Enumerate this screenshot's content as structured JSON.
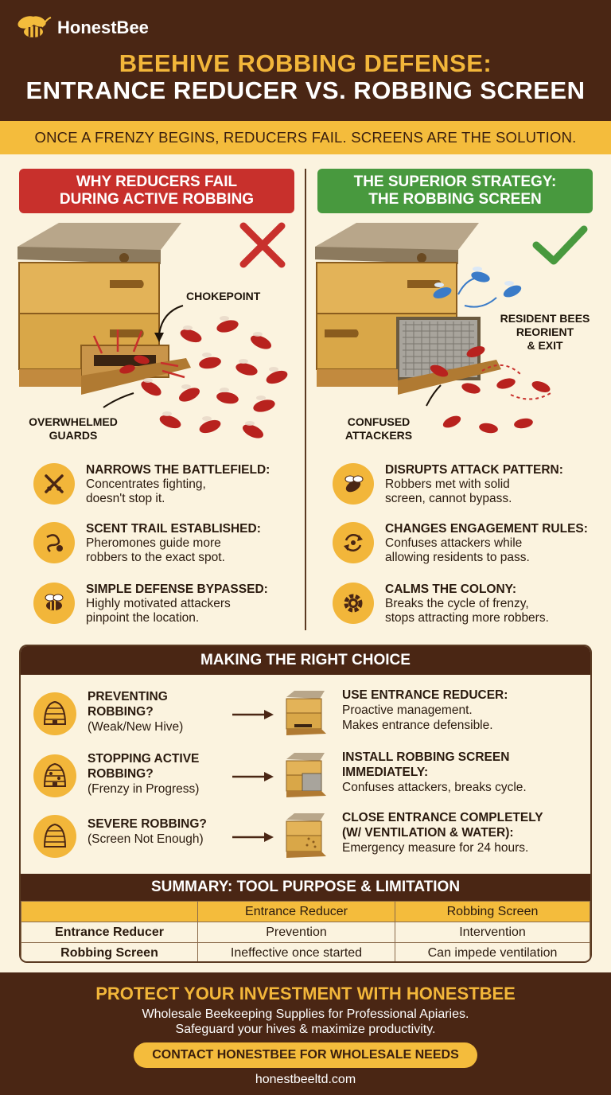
{
  "brand": {
    "name": "HonestBee"
  },
  "title": {
    "line1": "BEEHIVE ROBBING DEFENSE:",
    "line2": "ENTRANCE REDUCER VS. ROBBING SCREEN"
  },
  "banner": "ONCE A FRENZY BEGINS, REDUCERS FAIL. SCREENS ARE THE SOLUTION.",
  "left": {
    "title1": "WHY REDUCERS FAIL",
    "title2": "DURING ACTIVE ROBBING",
    "label_chokepoint": "CHOKEPOINT",
    "label_guards1": "OVERWHELMED",
    "label_guards2": "GUARDS",
    "points": [
      {
        "icon": "crossed-swords-icon",
        "head": "NARROWS THE BATTLEFIELD:",
        "l1": "Concentrates fighting,",
        "l2": "doesn't stop it."
      },
      {
        "icon": "scent-trail-icon",
        "head": "SCENT TRAIL ESTABLISHED:",
        "l1": "Pheromones guide more",
        "l2": "robbers to the exact spot."
      },
      {
        "icon": "bee-icon",
        "head": "SIMPLE DEFENSE BYPASSED:",
        "l1": "Highly motivated attackers",
        "l2": "pinpoint the location."
      }
    ]
  },
  "right": {
    "title1": "THE SUPERIOR STRATEGY:",
    "title2": "THE ROBBING SCREEN",
    "label_resident1": "RESIDENT BEES",
    "label_resident2": "REORIENT",
    "label_resident3": "& EXIT",
    "label_confused1": "CONFUSED",
    "label_confused2": "ATTACKERS",
    "points": [
      {
        "icon": "bee-icon",
        "head": "DISRUPTS ATTACK PATTERN:",
        "l1": "Robbers met with solid",
        "l2": "screen, cannot bypass."
      },
      {
        "icon": "exchange-icon",
        "head": "CHANGES ENGAGEMENT RULES:",
        "l1": "Confuses attackers while",
        "l2": "allowing residents to pass."
      },
      {
        "icon": "gear-icon",
        "head": "CALMS THE COLONY:",
        "l1": "Breaks the cycle of frenzy,",
        "l2": "stops attracting more robbers."
      }
    ]
  },
  "choice": {
    "title": "MAKING THE RIGHT CHOICE",
    "rows": [
      {
        "q1": "PREVENTING",
        "q2": "ROBBING?",
        "q3": "(Weak/New Hive)",
        "a1": "USE ENTRANCE REDUCER:",
        "a2": "",
        "a3": "Proactive management.",
        "a4": "Makes entrance defensible."
      },
      {
        "q1": "STOPPING ACTIVE",
        "q2": "ROBBING?",
        "q3": "(Frenzy in Progress)",
        "a1": "INSTALL ROBBING SCREEN",
        "a2": "IMMEDIATELY:",
        "a3": "Confuses attackers, breaks cycle.",
        "a4": ""
      },
      {
        "q1": "SEVERE ROBBING?",
        "q2": "(Screen Not Enough)",
        "q3": "",
        "a1": "CLOSE ENTRANCE COMPLETELY",
        "a2": "(W/ VENTILATION & WATER):",
        "a3": "Emergency measure for 24 hours.",
        "a4": ""
      }
    ]
  },
  "summary": {
    "title": "SUMMARY: TOOL PURPOSE & LIMITATION",
    "columns": [
      "",
      "Entrance Reducer",
      "Robbing Screen"
    ],
    "rows": [
      [
        "Entrance Reducer",
        "Prevention",
        "Intervention"
      ],
      [
        "Robbing Screen",
        "Ineffective once started",
        "Can impede ventilation"
      ]
    ]
  },
  "footer": {
    "title": "PROTECT YOUR INVESTMENT WITH HONESTBEE",
    "sub1": "Wholesale Beekeeping Supplies for Professional Apiaries.",
    "sub2": "Safeguard your hives & maximize productivity.",
    "button": "CONTACT HONESTBEE FOR WHOLESALE NEEDS",
    "url": "honestbeeltd.com"
  },
  "colors": {
    "brown": "#4a2614",
    "gold": "#f4bc3c",
    "red": "#c8302c",
    "green": "#48993e",
    "cream": "#fbf3df"
  }
}
